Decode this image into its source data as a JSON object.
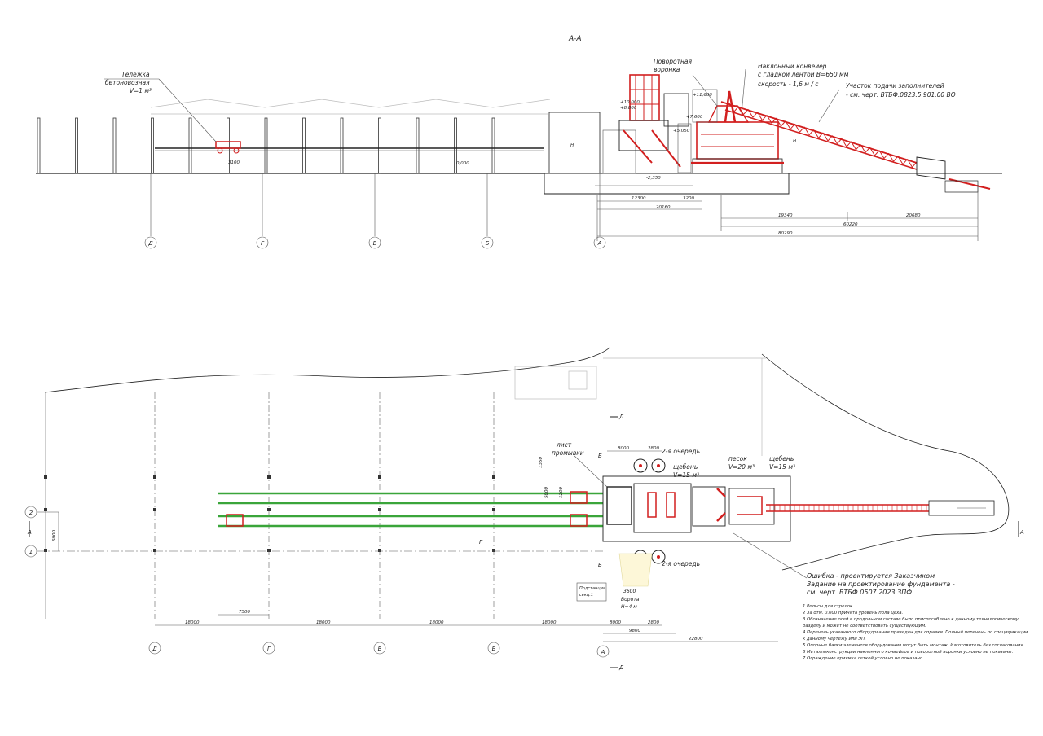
{
  "section_title": "А-А",
  "elevation": {
    "labels": {
      "cart": [
        "Тележка",
        "бетоновозная",
        "V=1 м³"
      ],
      "hopper": [
        "Поворотная",
        "воронка"
      ],
      "conveyor": [
        "Наклонный конвейер",
        "с гладкой лентой В=650 мм",
        "скорость - 1,6 м / с"
      ],
      "aggregate": [
        "Участок подачи заполнителей",
        "- см. черт. ВТБФ.0823.5.901.00 ВО"
      ]
    },
    "levels": [
      "+10,000",
      "+8,800",
      "+11,600",
      "+7,600",
      "+5,050",
      "0,000",
      "-2,350",
      "3100",
      "H",
      "H"
    ],
    "dims": [
      "12300",
      "3200",
      "20160",
      "19340",
      "60220",
      "20680",
      "80290"
    ],
    "axes": [
      "Д",
      "Г",
      "В",
      "Б",
      "А"
    ]
  },
  "plan": {
    "labels": {
      "wash": [
        "лист",
        "промывки"
      ],
      "stone1": [
        "щебень",
        "V=15 м³"
      ],
      "sand": [
        "песок",
        "V=20 м³"
      ],
      "stone2": [
        "щебень",
        "V=15 м³"
      ],
      "phase_top": "2-я очередь",
      "phase_bottom": "2-я очередь",
      "error": [
        "Ошибка - проектируется Заказчиком",
        "Задание на проектирование фундамента -",
        "см. черт. ВТБФ 0507.2023.ЗПФ"
      ],
      "gate": [
        "3600",
        "Ворота",
        "H=4 м"
      ],
      "substation": [
        "Подстанция",
        "секц.1"
      ]
    },
    "row_labels": [
      "2",
      "1"
    ],
    "section_marks": [
      "А",
      "А",
      "Б",
      "Б",
      "Г",
      "Д",
      "Д"
    ],
    "dims_top": [
      "8000",
      "2800",
      "1350",
      "5000",
      "1200"
    ],
    "dims_bottom": [
      "18000",
      "7500",
      "18000",
      "18000",
      "18000",
      "8000",
      "2800",
      "9800",
      "22800"
    ],
    "dim_left": "6000",
    "axes": [
      "Д",
      "Г",
      "В",
      "Б",
      "А"
    ]
  },
  "notes": [
    "1   Рельсы для стрелок.",
    "2   За отм. 0.000 принята уровень пола цеха.",
    "3   Обозначение осей в продольном составе было приспособлено к данному технологическому",
    "разделу и может не соответствовать существующим.",
    "4   Перечень указанного оборудования приведен для справки. Полный перечень по спецификации",
    "к данному чертежу или ЭП.",
    "5   Опорные балки элементов оборудования могут быть монтаж. Изготовитель без согласования.",
    "6   Металлоконструкции наклонного конвейера и поворотной воронки условно не показаны.",
    "7   Ограждение приямка сеткой условно не показано."
  ],
  "colors": {
    "structure": "#d21f1f",
    "rails": "#3aa53a",
    "lines": "#222222"
  }
}
